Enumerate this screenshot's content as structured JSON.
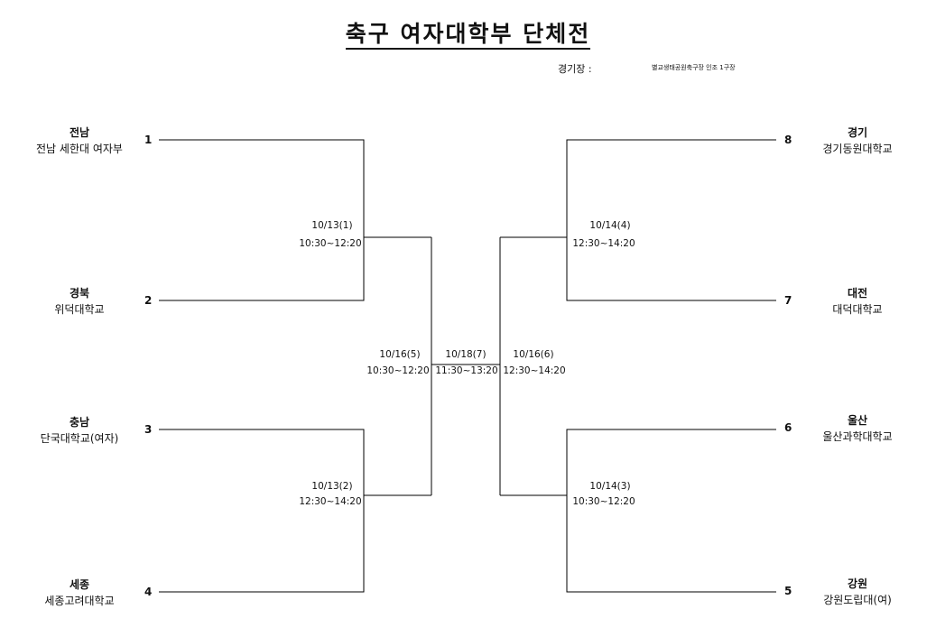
{
  "title": "축구 여자대학부 단체전",
  "venue": {
    "label": "경기장 :",
    "value": "별교생태공원축구장 인조 1구장"
  },
  "teams": [
    {
      "seed": "1",
      "region": "전남",
      "name": "전남 세한대 여자부"
    },
    {
      "seed": "2",
      "region": "경북",
      "name": "위덕대학교"
    },
    {
      "seed": "3",
      "region": "충남",
      "name": "단국대학교(여자)"
    },
    {
      "seed": "4",
      "region": "세종",
      "name": "세종고려대학교"
    },
    {
      "seed": "8",
      "region": "경기",
      "name": "경기동원대학교"
    },
    {
      "seed": "7",
      "region": "대전",
      "name": "대덕대학교"
    },
    {
      "seed": "6",
      "region": "울산",
      "name": "울산과학대학교"
    },
    {
      "seed": "5",
      "region": "강원",
      "name": "강원도립대(여)"
    }
  ],
  "matches": [
    {
      "date": "10/13(1)",
      "time": "10:30~12:20"
    },
    {
      "date": "10/13(2)",
      "time": "12:30~14:20"
    },
    {
      "date": "10/14(4)",
      "time": "12:30~14:20"
    },
    {
      "date": "10/14(3)",
      "time": "10:30~12:20"
    },
    {
      "date": "10/16(5)",
      "time": "10:30~12:20"
    },
    {
      "date": "10/16(6)",
      "time": "12:30~14:20"
    },
    {
      "date": "10/18(7)",
      "time": "11:30~13:20"
    }
  ]
}
